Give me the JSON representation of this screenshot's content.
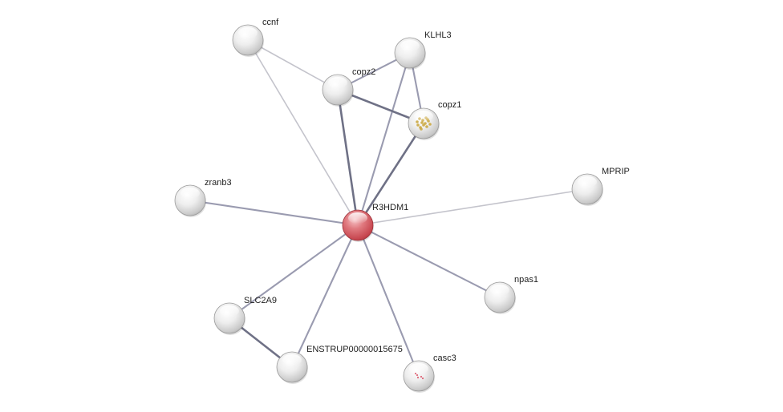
{
  "network": {
    "nodes": [
      {
        "id": "R3HDM1",
        "label": "R3HDM1",
        "query": true
      },
      {
        "id": "ccnf",
        "label": "ccnf"
      },
      {
        "id": "KLHL3",
        "label": "KLHL3"
      },
      {
        "id": "copz2",
        "label": "copz2"
      },
      {
        "id": "copz1",
        "label": "copz1",
        "structure": "yellow"
      },
      {
        "id": "zranb3",
        "label": "zranb3"
      },
      {
        "id": "MPRIP",
        "label": "MPRIP"
      },
      {
        "id": "npas1",
        "label": "npas1"
      },
      {
        "id": "SLC2A9",
        "label": "SLC2A9"
      },
      {
        "id": "ENSTRUP00000015675",
        "label": "ENSTRUP00000015675"
      },
      {
        "id": "casc3",
        "label": "casc3",
        "structure": "red"
      }
    ],
    "edges": [
      {
        "source": "R3HDM1",
        "target": "ccnf",
        "strength": "weak"
      },
      {
        "source": "R3HDM1",
        "target": "copz2",
        "strength": "strong"
      },
      {
        "source": "R3HDM1",
        "target": "KLHL3",
        "strength": "medium"
      },
      {
        "source": "R3HDM1",
        "target": "copz1",
        "strength": "strong"
      },
      {
        "source": "R3HDM1",
        "target": "zranb3",
        "strength": "medium"
      },
      {
        "source": "R3HDM1",
        "target": "MPRIP",
        "strength": "weak"
      },
      {
        "source": "R3HDM1",
        "target": "npas1",
        "strength": "medium"
      },
      {
        "source": "R3HDM1",
        "target": "SLC2A9",
        "strength": "medium"
      },
      {
        "source": "R3HDM1",
        "target": "ENSTRUP00000015675",
        "strength": "medium"
      },
      {
        "source": "R3HDM1",
        "target": "casc3",
        "strength": "medium"
      },
      {
        "source": "ccnf",
        "target": "copz2",
        "strength": "weak"
      },
      {
        "source": "copz2",
        "target": "KLHL3",
        "strength": "medium"
      },
      {
        "source": "copz2",
        "target": "copz1",
        "strength": "strong"
      },
      {
        "source": "KLHL3",
        "target": "copz1",
        "strength": "medium"
      },
      {
        "source": "SLC2A9",
        "target": "ENSTRUP00000015675",
        "strength": "strong"
      }
    ]
  },
  "colors": {
    "query_node": "#d65a62",
    "node": "#e4e4e4",
    "edge_strong": "#6f7186",
    "edge_medium": "#9a9bb0",
    "edge_weak": "#c4c4cc"
  }
}
